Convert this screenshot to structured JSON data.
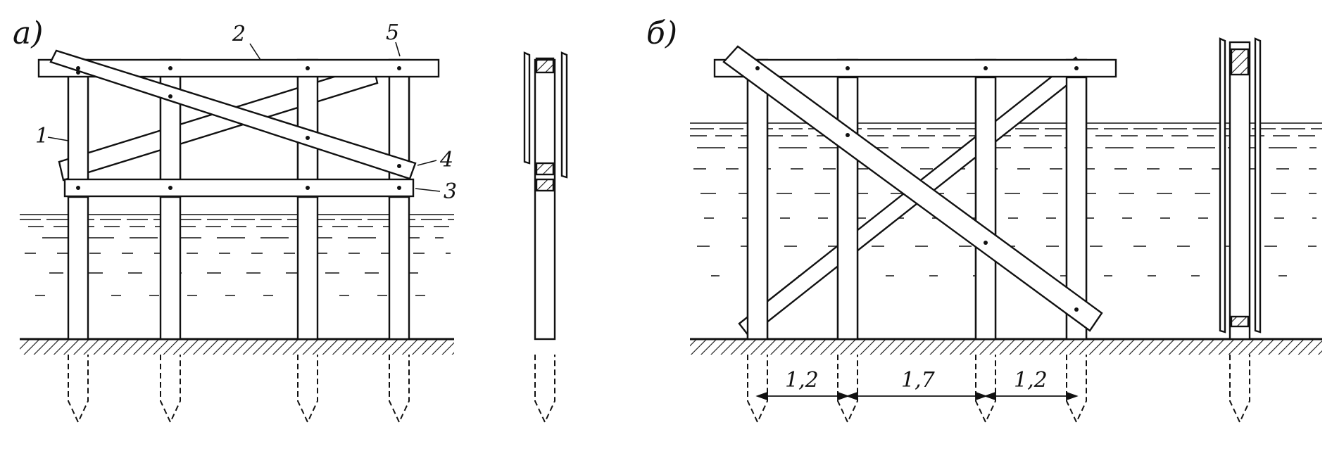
{
  "figure": {
    "panels": [
      {
        "label": "а)"
      },
      {
        "label": "б)"
      }
    ],
    "callouts": [
      "1",
      "2",
      "3",
      "4",
      "5"
    ],
    "dimensions": [
      "1,2",
      "1,7",
      "1,2"
    ],
    "colors": {
      "ink": "#111111",
      "paper": "#ffffff",
      "hatch": "#111111"
    }
  }
}
